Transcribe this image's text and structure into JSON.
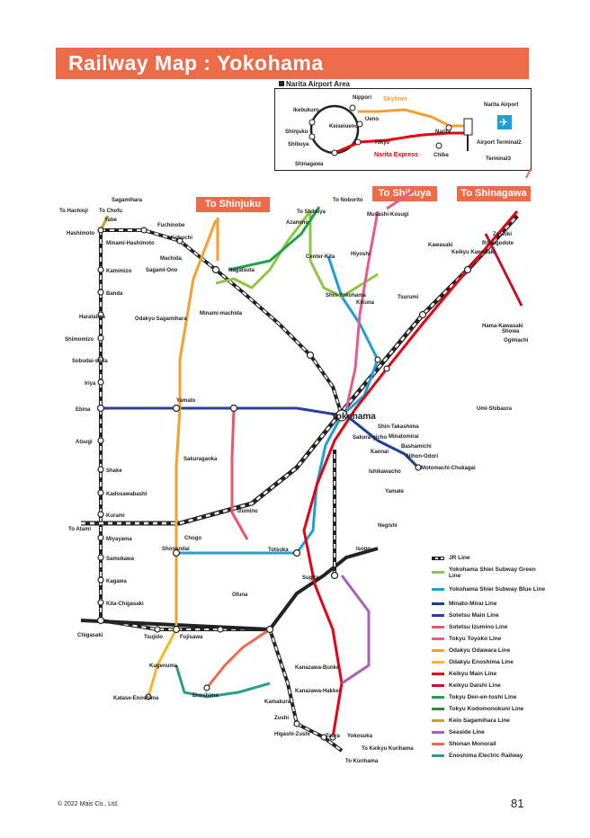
{
  "title": "Railway Map : Yokohama",
  "inset": {
    "label": "Narita Airport Area",
    "stations": {
      "nippori": "Nippori",
      "ikebukuro": "Ikebukuro",
      "ueno": "Ueno",
      "keiseiueno": "Keiseiueno",
      "shinjuku": "Shinjuku",
      "shibuya": "Shibuya",
      "tokyo": "Tokyo",
      "shinagawa": "Shinagawa",
      "narita": "Narita",
      "chiba": "Chiba",
      "narita_airport": "Narita Airport",
      "terminal2": "Airport Terminal2",
      "terminal3": "Terminal3"
    },
    "skyliner": "Skyliner",
    "narita_express": "Narita Express"
  },
  "directions": {
    "to_shinjuku": "To Shinjuku",
    "to_shibuya": "To Shibuya",
    "to_shinagawa": "To Shinagawa"
  },
  "stations": {
    "yokohama": "Yokohama",
    "hachioji": "To Hachioji",
    "chofu": "To Chofu",
    "hashimoto": "Hashimoto",
    "sagamihara": "Sagamihara",
    "yabe": "Yabe",
    "fuchinobe": "Fuchinobe",
    "kobuchi": "Kobuchi",
    "minami_hashimoto": "Minami-Hashimoto",
    "machida": "Machida",
    "kamimizo": "Kamimizo",
    "sagami_ono": "Sagami-Ono",
    "banda": "Banda",
    "harataima": "Harataima",
    "shimomizo": "Shimomizo",
    "sobudai": "Sobudai-shita",
    "iriya": "Iriya",
    "ebina": "Ebina",
    "atsugi": "Atsugi",
    "shake": "Shake",
    "kadosawa": "Kadosawabashi",
    "kurami": "Kurami",
    "to_atami": "To Atami",
    "miyayama": "Miyayama",
    "samukawa": "Samukawa",
    "kagawa": "Kagawa",
    "kita_chigasaki": "Kita-Chigasaki",
    "chigasaki": "Chigasaki",
    "tsujido": "Tsujido",
    "fujisawa": "Fujisawa",
    "ofuna": "Ofuna",
    "totsuka": "Totsuka",
    "shonandai": "Shonandai",
    "chogo": "Chogo",
    "yamato": "Yamato",
    "sakuragaoka": "Sakuragaoka",
    "izumino": "Izumino",
    "odawara_line": "Odakyu Sagamihara",
    "kamakura": "Kamakura",
    "zushi": "Zushi",
    "kurihama": "To Keikyu Kurihama",
    "kurihama2": "To Kurihama",
    "sugita": "Sugita",
    "isogo": "Isogo",
    "negishi": "Negishi",
    "yamate": "Yamate",
    "ishikawacho": "Ishikawacho",
    "kannai": "Kannai",
    "sakuragicho": "Sakura-gicho",
    "motomachi": "Motomachi-Chukagai",
    "nihon_odori": "Nihon-Odori",
    "bashamichi": "Bashamichi",
    "minatomirai": "Minatomirai",
    "shin_takashima": "Shin-Takashima",
    "kawasaki": "Kawasaki",
    "keikyu_kawasaki": "Keikyu Kawasaki",
    "rokugodote": "Rokugodote",
    "tsurumi": "Tsurumi",
    "kikuna": "Kikuna",
    "hiyoshi": "Hiyoshi",
    "musashi_kosugi": "Musashi-Kosugi",
    "to_noborito": "To Noborito",
    "to_shibuya_small": "To Shibuya",
    "azamino": "Azamino",
    "nagatsuta": "Nagatsuta",
    "center_kita": "Center-Kita",
    "shin_yokohama": "Shin-Yokohama",
    "umi_shibaura": "Umi-Shibaura",
    "zoshiki": "Zoshiki",
    "hamakawasaki": "Hama-Kawasaki",
    "ogimachi": "Ogimachi",
    "shiomi": "Showa",
    "kanazawa_bunko": "Kanazawa-Bunko",
    "kanazawa_hakkei": "Kanazawa-Hakkei",
    "yokosuka": "Yokosuka",
    "taura": "Taura",
    "higashi_zushi": "Higashi-Zushi",
    "enoshima": "Enoshima",
    "katase": "Katase-Enoshima",
    "kugenuma": "Kugenuma",
    "nagatsuta2": "Minami-machida"
  },
  "legend": [
    {
      "label": "JR Line",
      "color": "#222222",
      "jr": true
    },
    {
      "label": "Yokohama Shiei Subway Green Line",
      "color": "#8dc63f"
    },
    {
      "label": "Yokohama Shiei Subway Blue Line",
      "color": "#1ba1d8"
    },
    {
      "label": "Minato-Mirai Line",
      "color": "#1c3f94"
    },
    {
      "label": "Sotetsu Main Line",
      "color": "#2c3e9e"
    },
    {
      "label": "Sotetsu Izumino Line",
      "color": "#e9546b"
    },
    {
      "label": "Tokyu Toyoko Line",
      "color": "#e85a8c"
    },
    {
      "label": "Odakyu Odawara Line",
      "color": "#f4a030"
    },
    {
      "label": "Odakyu Enoshima Line",
      "color": "#f7b52c"
    },
    {
      "label": "Keikyu Main Line",
      "color": "#e60012"
    },
    {
      "label": "Keikyu Daishi Line",
      "color": "#c8102e"
    },
    {
      "label": "Tokyu Den-en-toshi Line",
      "color": "#20a14a"
    },
    {
      "label": "Tokyu Kodomonokuni Line",
      "color": "#2b8a3e"
    },
    {
      "label": "Keio Sagamihara Line",
      "color": "#c9a21f"
    },
    {
      "label": "Seaside Line",
      "color": "#a65fba"
    },
    {
      "label": "Shonan Monorail",
      "color": "#ee6b4a"
    },
    {
      "label": "Enoshima Electric Railway",
      "color": "#2a9d8f"
    }
  ],
  "footer": {
    "copyright": "© 2022 Mais Co., Ltd.",
    "page": "81"
  }
}
